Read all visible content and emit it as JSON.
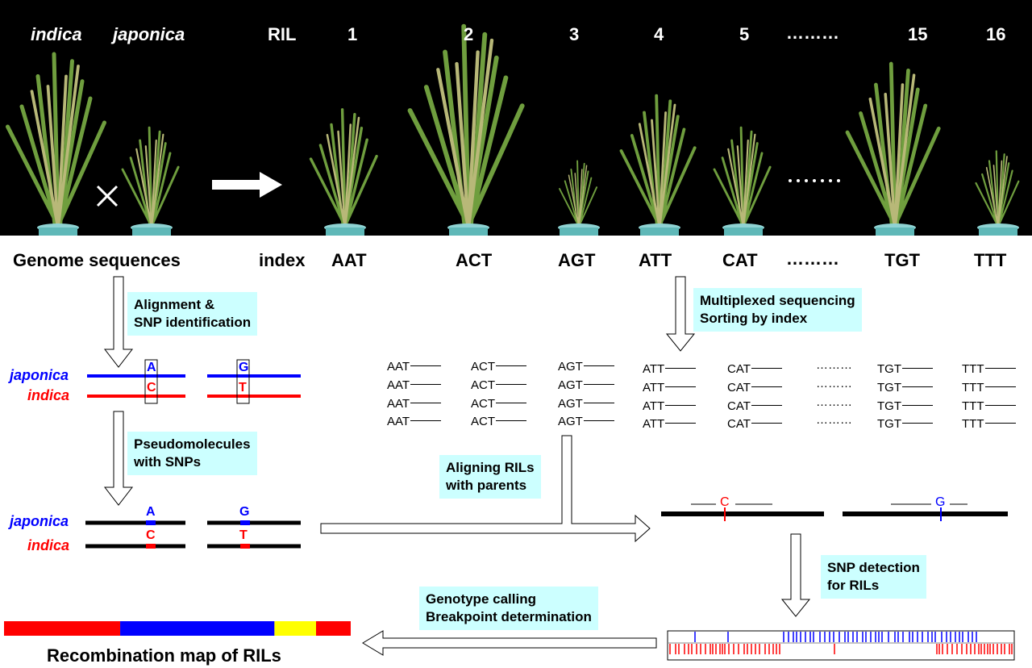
{
  "top_row": {
    "parent_indica": "indica",
    "parent_japonica": "japonica",
    "cross_symbol": "×",
    "ril_label": "RIL",
    "ril_numbers": [
      "1",
      "2",
      "3",
      "4",
      "5",
      "15",
      "16"
    ],
    "ellipsis": "………"
  },
  "index_row": {
    "genome_sequences": "Genome sequences",
    "index_label": "index",
    "indices": [
      "AAT",
      "ACT",
      "AGT",
      "ATT",
      "CAT",
      "TGT",
      "TTT"
    ],
    "ellipsis": "………"
  },
  "steps": {
    "alignment_line1": "Alignment &",
    "alignment_line2": "SNP identification",
    "pseudo_line1": "Pseudomolecules",
    "pseudo_line2": "with SNPs",
    "multiplex_line1": "Multiplexed sequencing",
    "multiplex_line2": "Sorting by index",
    "aligning_line1": "Aligning RILs",
    "aligning_line2": "with parents",
    "snpdet_line1": "SNP detection",
    "snpdet_line2": "for RILs",
    "geno_line1": "Genotype calling",
    "geno_line2": "Breakpoint determination"
  },
  "species": {
    "japonica": "japonica",
    "indica": "indica"
  },
  "snp_bases": {
    "japonica": [
      "A",
      "G"
    ],
    "indica": [
      "C",
      "T"
    ],
    "ril_alleles": [
      "C",
      "G"
    ]
  },
  "reads": {
    "indices": [
      "AAT",
      "ACT",
      "AGT",
      "ATT",
      "CAT",
      "TGT",
      "TTT"
    ],
    "rows": 4,
    "ellipsis": "………"
  },
  "recombination_map": {
    "title": "Recombination map of RILs",
    "segments": [
      {
        "parent": "indica",
        "fraction": 0.335
      },
      {
        "parent": "japonica",
        "fraction": 0.445
      },
      {
        "parent": "heterozygous",
        "fraction": 0.12
      },
      {
        "parent": "indica",
        "fraction": 0.1
      }
    ]
  },
  "colors": {
    "japonica": "#0000ff",
    "indica": "#ff0000",
    "heterozygous": "#ffff00",
    "box_fill": "#ccffff",
    "photo_background": "#000000"
  }
}
